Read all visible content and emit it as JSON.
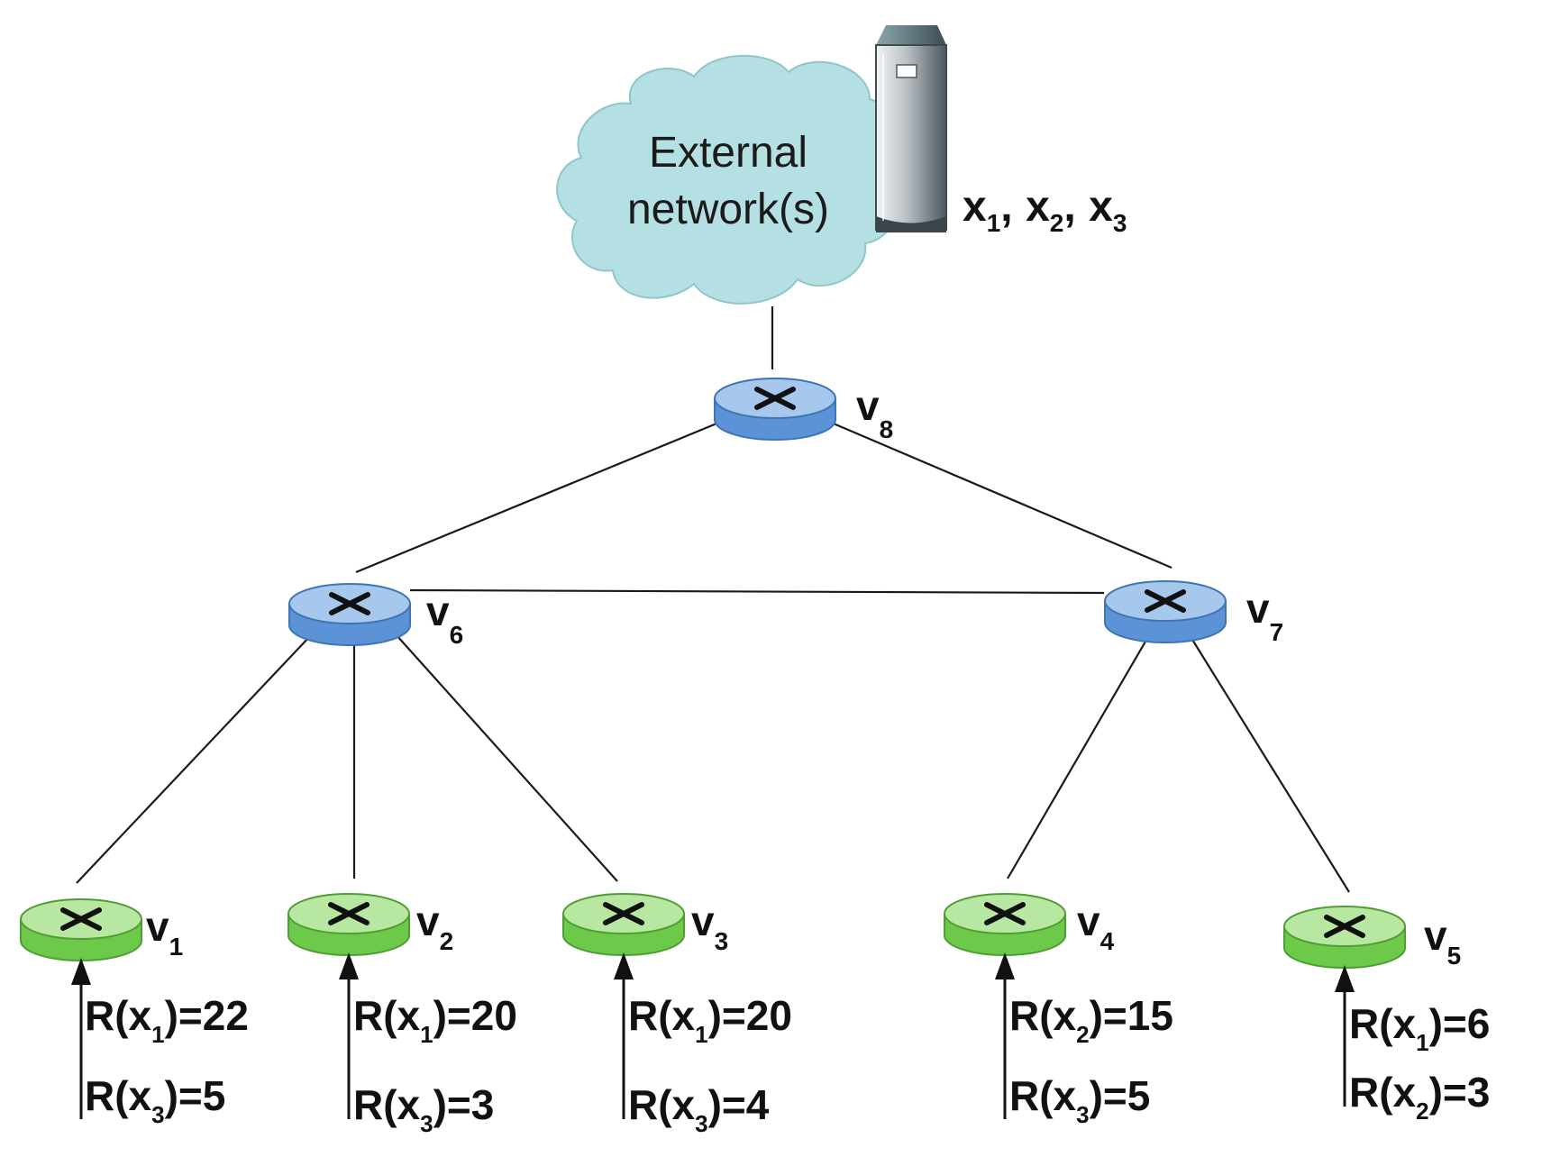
{
  "cloud": {
    "line1": "External",
    "line2": "network(s)"
  },
  "server": {
    "items": [
      {
        "base": "x",
        "sub": "1",
        "suffix": ","
      },
      {
        "base": "x",
        "sub": "2",
        "suffix": ","
      },
      {
        "base": "x",
        "sub": "3",
        "suffix": ""
      }
    ]
  },
  "nodes": [
    {
      "id": "v8",
      "base": "v",
      "sub": "8",
      "color": "blue"
    },
    {
      "id": "v6",
      "base": "v",
      "sub": "6",
      "color": "blue"
    },
    {
      "id": "v7",
      "base": "v",
      "sub": "7",
      "color": "blue"
    },
    {
      "id": "v1",
      "base": "v",
      "sub": "1",
      "color": "green"
    },
    {
      "id": "v2",
      "base": "v",
      "sub": "2",
      "color": "green"
    },
    {
      "id": "v3",
      "base": "v",
      "sub": "3",
      "color": "green"
    },
    {
      "id": "v4",
      "base": "v",
      "sub": "4",
      "color": "green"
    },
    {
      "id": "v5",
      "base": "v",
      "sub": "5",
      "color": "green"
    }
  ],
  "links": [
    [
      "cloud",
      "v8"
    ],
    [
      "v8",
      "v6"
    ],
    [
      "v8",
      "v7"
    ],
    [
      "v6",
      "v7"
    ],
    [
      "v6",
      "v1"
    ],
    [
      "v6",
      "v2"
    ],
    [
      "v6",
      "v3"
    ],
    [
      "v7",
      "v4"
    ],
    [
      "v7",
      "v5"
    ]
  ],
  "requests": [
    {
      "node": "v1",
      "items": [
        {
          "pre": "R(x",
          "sub": "1",
          "post": ")=22"
        },
        {
          "pre": "R(x",
          "sub": "3",
          "post": ")=5"
        }
      ]
    },
    {
      "node": "v2",
      "items": [
        {
          "pre": "R(x",
          "sub": "1",
          "post": ")=20"
        },
        {
          "pre": "R(x",
          "sub": "3",
          "post": ")=3"
        }
      ]
    },
    {
      "node": "v3",
      "items": [
        {
          "pre": "R(x",
          "sub": "1",
          "post": ")=20"
        },
        {
          "pre": "R(x",
          "sub": "3",
          "post": ")=4"
        }
      ]
    },
    {
      "node": "v4",
      "items": [
        {
          "pre": "R(x",
          "sub": "2",
          "post": ")=15"
        },
        {
          "pre": "R(x",
          "sub": "3",
          "post": ")=5"
        }
      ]
    },
    {
      "node": "v5",
      "items": [
        {
          "pre": "R(x",
          "sub": "1",
          "post": ")=6"
        },
        {
          "pre": "R(x",
          "sub": "2",
          "post": ")=3"
        }
      ]
    }
  ],
  "colors": {
    "blue_top": "#a6c8ec",
    "blue_side": "#5b93d6",
    "blue_edge": "#3f74b5",
    "green_top": "#b8e7a2",
    "green_side": "#6cc94a",
    "green_edge": "#4f9e33",
    "cloud_fill": "#b5e0e3",
    "server_light": "#d6dadd",
    "server_dark": "#44525a"
  },
  "icons": {
    "router": "router-icon",
    "server": "server-icon",
    "cloud": "cloud-icon"
  }
}
